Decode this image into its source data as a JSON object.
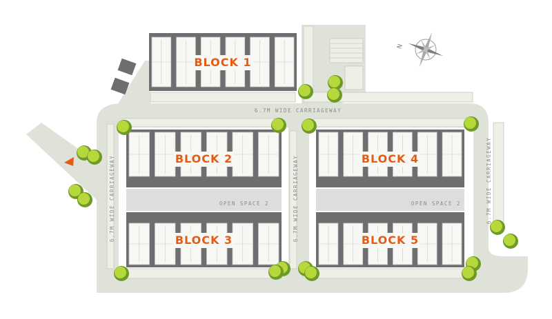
{
  "colors": {
    "road": "#dfe2d8",
    "unit_dark": "#6d6e70",
    "unit_light": "#f7f7f4",
    "unit_line": "#c9c9c9",
    "open_space": "#dcdddd",
    "accent": "#e55b13",
    "road_text": "#8c8c8c",
    "tree_light": "#b6d83c",
    "tree_dark": "#6e9a28"
  },
  "blocks": [
    {
      "id": "b1",
      "label": "BLOCK 1"
    },
    {
      "id": "b2",
      "label": "BLOCK 2"
    },
    {
      "id": "b3",
      "label": "BLOCK 3"
    },
    {
      "id": "b4",
      "label": "BLOCK 4"
    },
    {
      "id": "b5",
      "label": "BLOCK 5"
    }
  ],
  "roads": {
    "top": "6.7M WIDE CARRIAGEWAY",
    "left": "6.7M WIDE CARRIAGEWAY",
    "middle": "6.7M WIDE CARRIAGEWAY",
    "right": "6.7M WIDE CARRIAGEWAY"
  },
  "open_spaces": {
    "left": "OPEN SPACE 2",
    "right": "OPEN SPACE 2"
  },
  "compass": {
    "north_label": "N",
    "icon": "compass-rose-icon"
  },
  "entrance": {
    "icon": "entrance-arrow-icon"
  }
}
